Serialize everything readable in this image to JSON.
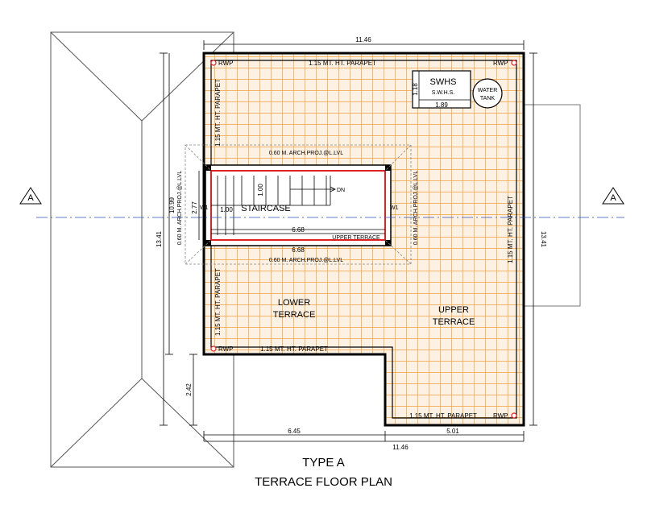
{
  "title": {
    "line1": "TYPE A",
    "line2": "TERRACE FLOOR PLAN"
  },
  "section_marker": "A",
  "dimensions": {
    "overall_width_top": "11.46",
    "overall_width_bottom": "11.46",
    "bottom_left": "6.45",
    "bottom_right": "5.01",
    "overall_height_left": "13.41",
    "overall_height_right": "13.41",
    "inner_height_left": "10.99",
    "lower_projection": "2.42",
    "staircase_height": "2.77",
    "staircase_width": "6.68",
    "staircase_width_lower": "6.68",
    "swhs_height": "1.18",
    "swhs_width": "1.89",
    "stair_flight_width": "1.00",
    "stair_landing": "1.00"
  },
  "labels": {
    "rwp": "RWP",
    "parapet_top": "1.15 MT. HT. PARAPET",
    "parapet_left_upper": "1.15 MT. HT. PARAPET",
    "parapet_left_lower": "1.15 MT. HT. PARAPET",
    "parapet_right": "1.15 MT. HT. PARAPET",
    "parapet_lower_terrace": "1.15 MT. HT. PARAPET",
    "parapet_bottom": "1.15 MT. HT. PARAPET",
    "arch_proj_top": "0.60 M. ARCH.PROJ.@L.LVL",
    "arch_proj_bottom": "0.60 M. ARCH.PROJ.@L.LVL",
    "arch_proj_left": "0.60 M. ARCH.PROJ.@L.LVL",
    "arch_proj_right": "0.60 M. ARCH.PROJ.@L.LVL",
    "staircase": "STAIRCASE",
    "dn": "DN",
    "upper_terrace_small": "UPPER TERRACE",
    "window_left": "W1",
    "window_right": "W1",
    "lower_terrace_1": "LOWER",
    "lower_terrace_2": "TERRACE",
    "upper_terrace_1": "UPPER",
    "upper_terrace_2": "TERRACE",
    "swhs": "SWHS",
    "swhs_sub": "S.W.H.S.",
    "water_1": "WATER",
    "water_2": "TANK"
  },
  "colors": {
    "tile_grid": "#f0a040",
    "tile_fill": "#fdf1e3",
    "wall": "#000000",
    "highlight": "#e02020"
  }
}
